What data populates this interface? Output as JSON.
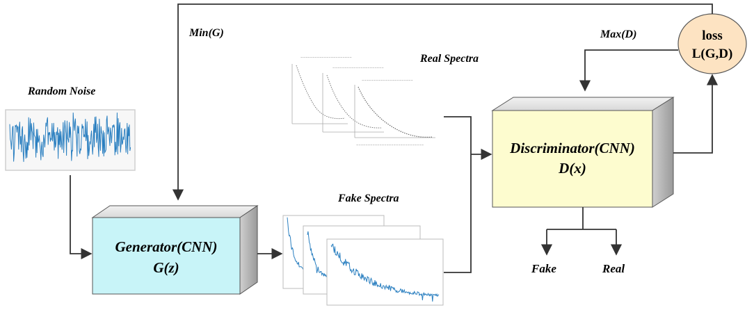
{
  "labels": {
    "random_noise": "Random Noise",
    "real_spectra": "Real Spectra",
    "fake_spectra": "Fake Spectra",
    "min_g": "Min(G)",
    "max_d": "Max(D)",
    "fake_out": "Fake",
    "real_out": "Real"
  },
  "generator": {
    "title": "Generator(CNN)",
    "func": "G(z)"
  },
  "discriminator": {
    "title": "Discriminator(CNN)",
    "func": "D(x)"
  },
  "loss": {
    "title": "loss",
    "func": "L(G,D)"
  },
  "colors": {
    "generator_fill": "#c8f4f8",
    "discriminator_fill": "#fdfccf",
    "loss_fill": "#fde3c2",
    "spectrum": "#2a7fc0",
    "line": "#333333"
  }
}
